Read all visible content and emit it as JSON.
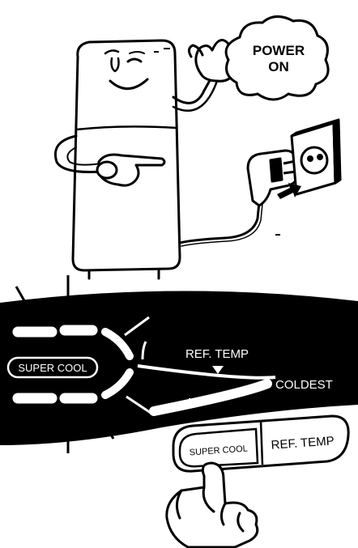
{
  "callout": {
    "line1": "POWER",
    "line2": "ON"
  },
  "panel": {
    "super_cool_label": "SUPER COOL",
    "ref_temp_label": "REF. TEMP",
    "coldest_label": "COLDEST"
  },
  "buttons": {
    "super_cool": "SUPER COOL",
    "ref_temp": "REF. TEMP"
  },
  "colors": {
    "ink": "#000000",
    "paper": "#ffffff"
  },
  "icons": [
    "fridge-character",
    "hand-pointing-icon",
    "power-plug-icon",
    "wall-outlet-icon",
    "arrow-icon",
    "finger-press-icon"
  ]
}
